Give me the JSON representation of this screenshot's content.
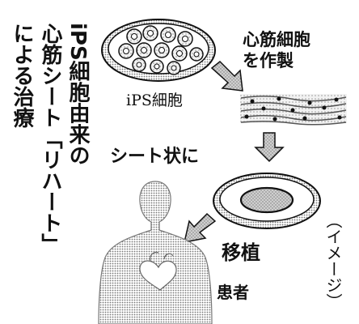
{
  "title": {
    "column_right": "iPS細胞由来の",
    "column_middle": "心筋シート「リハート」",
    "column_left": "による治療"
  },
  "labels": {
    "ips_cells": "iPS細胞",
    "make_cardiac_cells": "心筋細胞を作製",
    "make_cardiac_line1": "心筋細胞",
    "make_cardiac_line2": "を作製",
    "to_sheet": "シート状に",
    "transplant": "移植",
    "patient": "患者",
    "image_note": "（イメージ）"
  },
  "colors": {
    "ink": "#111111",
    "dish_gray": "#d9d9d9",
    "cell_gray": "#e6e6e6",
    "body_gray": "#c8c8c8",
    "arrow": "#2b2b2b"
  }
}
